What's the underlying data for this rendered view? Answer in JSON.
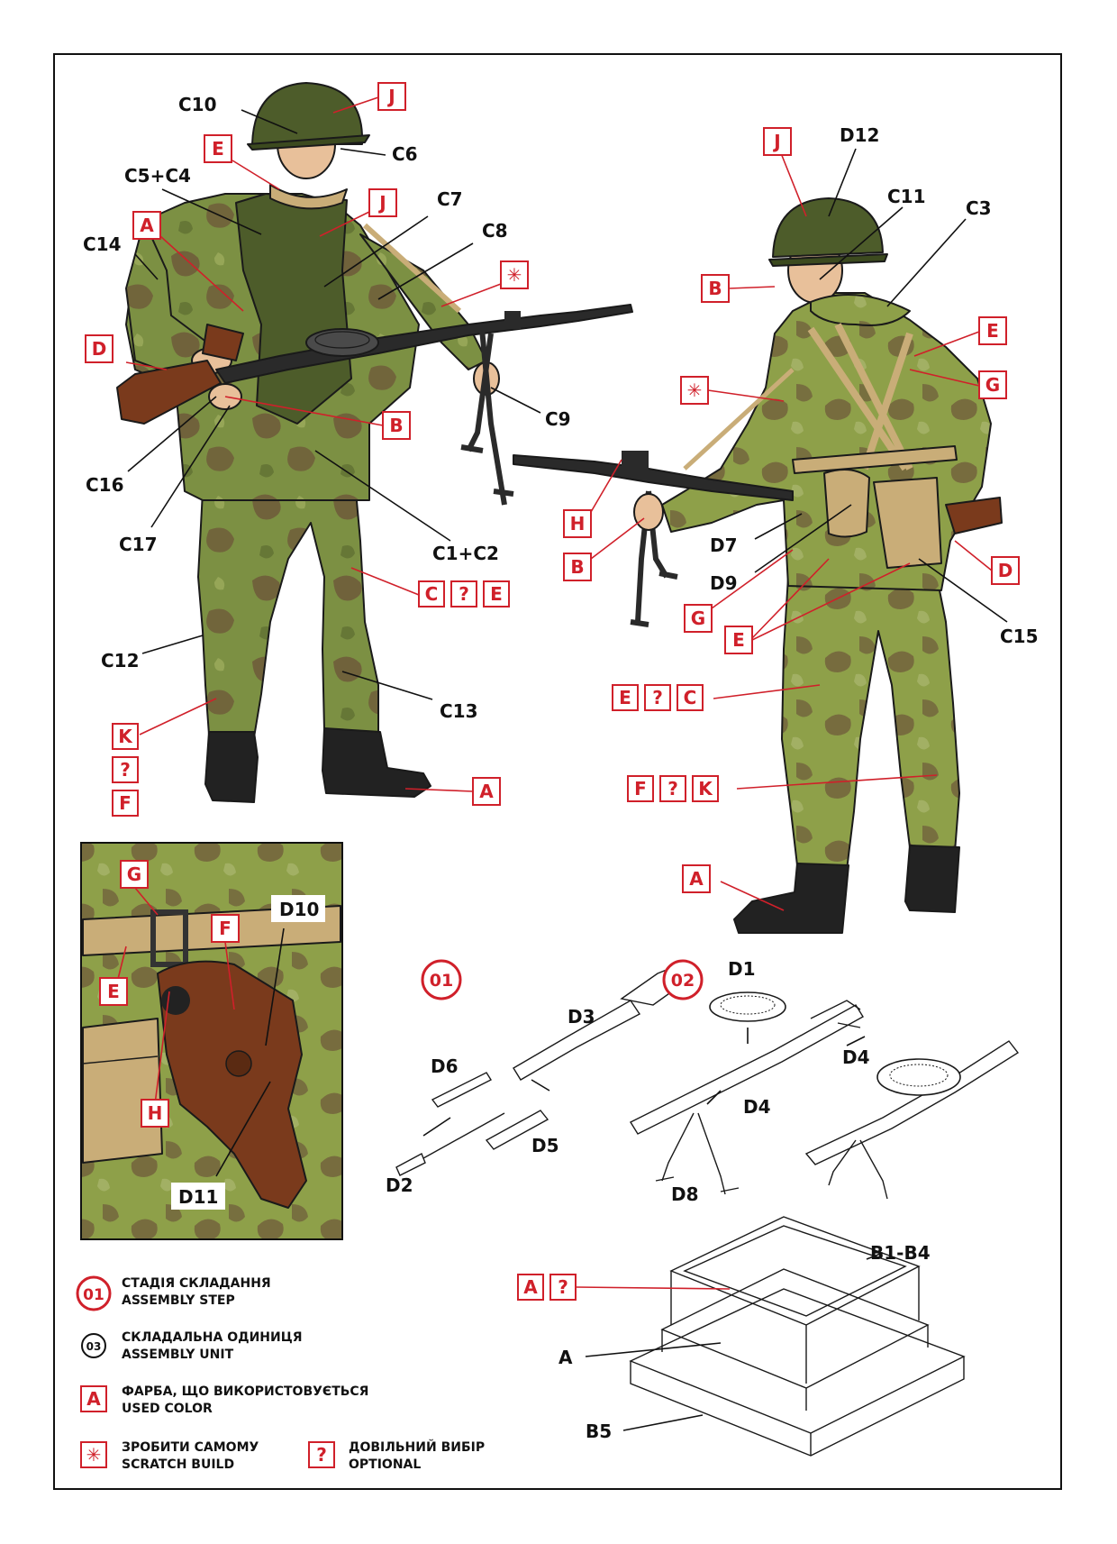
{
  "figure_left": {
    "part_labels": [
      "C10",
      "C6",
      "C5+C4",
      "C7",
      "C8",
      "C14",
      "C9",
      "C16",
      "C17",
      "C1+C2",
      "C12",
      "C13"
    ],
    "color_codes": [
      "J",
      "E",
      "J",
      "A",
      "D",
      "B",
      "A"
    ],
    "scratch_mark": "✳",
    "trouser_codes": [
      "C",
      "?",
      "E"
    ],
    "boot_codes": [
      "K",
      "?",
      "F"
    ]
  },
  "figure_right": {
    "part_labels": [
      "D12",
      "C11",
      "C3",
      "D7",
      "D9",
      "C15"
    ],
    "color_codes": [
      "J",
      "B",
      "E",
      "G",
      "H",
      "B",
      "G",
      "E",
      "D",
      "A"
    ],
    "scratch_mark": "✳",
    "trouser_codes": [
      "E",
      "?",
      "C"
    ],
    "knee_codes": [
      "F",
      "?",
      "K"
    ]
  },
  "inset": {
    "part_labels": [
      "D10",
      "D11"
    ],
    "color_codes": [
      "G",
      "F",
      "E",
      "H"
    ]
  },
  "assembly": {
    "step1": {
      "number": "01",
      "parts": [
        "D3",
        "D6",
        "D5",
        "D2"
      ]
    },
    "step2": {
      "number": "02",
      "parts": [
        "D1",
        "D4",
        "D4",
        "D8"
      ]
    }
  },
  "base": {
    "label_top": "B1-B4",
    "label_mid": "A",
    "label_bottom": "B5",
    "color_codes": [
      "A",
      "?"
    ]
  },
  "legend": {
    "step_icon": "01",
    "step_ua": "СТАДІЯ СКЛАДАННЯ",
    "step_en": "ASSEMBLY STEP",
    "unit_icon": "03",
    "unit_ua": "СКЛАДАЛЬНА ОДИНИЦЯ",
    "unit_en": "ASSEMBLY UNIT",
    "color_icon": "A",
    "color_ua": "ФАРБА, ЩО ВИКОРИСТОВУЄТЬСЯ",
    "color_en": "USED COLOR",
    "scratch_icon": "✳",
    "scratch_ua": "ЗРОБИТИ САМОМУ",
    "scratch_en": "SCRATCH BUILD",
    "optional_icon": "?",
    "optional_ua": "ДОВІЛЬНИЙ ВИБІР",
    "optional_en": "OPTIONAL"
  },
  "colors": {
    "camo_green": "#7c9043",
    "camo_brown": "#6e5a3a",
    "helmet": "#4d5c2a",
    "webbing": "#c9ad78",
    "wood": "#7a3a1c",
    "boot": "#222222",
    "code_red": "#d0202a"
  }
}
